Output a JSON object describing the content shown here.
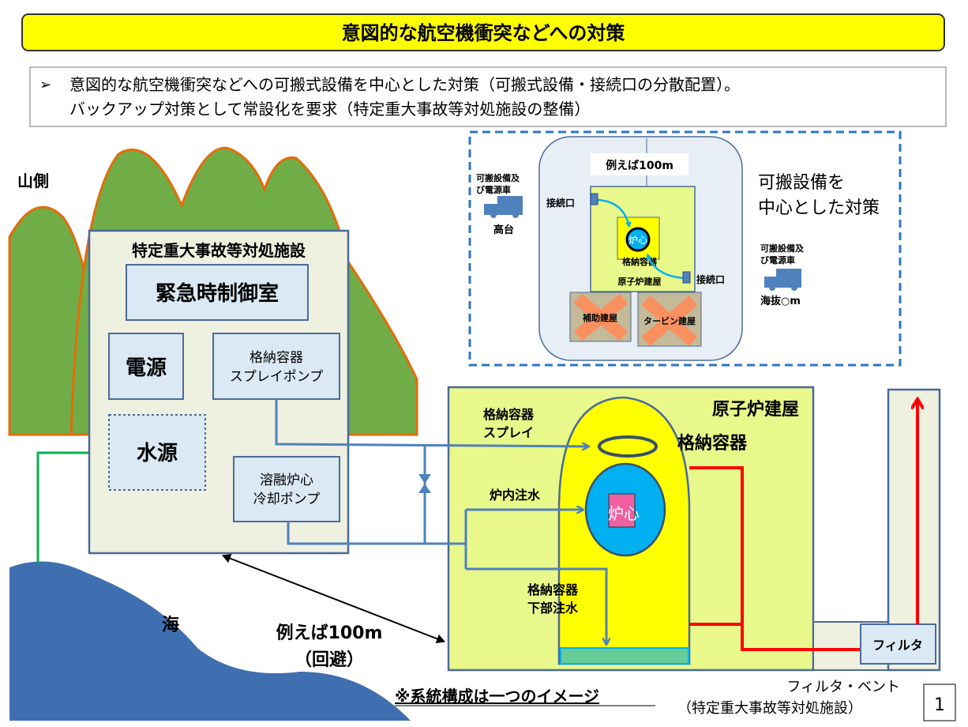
{
  "title": "意図的な航空機衝突などへの対策",
  "bullets": [
    "意図的な航空機衝突などへの可搬式設備を中心とした対策（可搬式設備・接続口の分散配置）。",
    "バックアップ対策として常設化を要求（特定重大事故等対処施設の整備）"
  ],
  "bullet_marker": "➢",
  "mountain_label": "山側",
  "sea_label": "海",
  "facility": {
    "title": "特定重大事故等対処施設",
    "control_room": "緊急時制御室",
    "power": "電源",
    "spray_pump": [
      "格納容器",
      "スプレイポンプ"
    ],
    "water_source": "水源",
    "cooling_pump": [
      "溶融炉心",
      "冷却ポンプ"
    ]
  },
  "distance": [
    "例えば100m",
    "（回避）"
  ],
  "reactor": {
    "building": "原子炉建屋",
    "containment": "格納容器",
    "spray": [
      "格納容器",
      "スプレイ"
    ],
    "injection": "炉内注水",
    "lower_injection": [
      "格納容器",
      "下部注水"
    ],
    "core": "炉心",
    "filter": "フィルタ"
  },
  "vent_caption": [
    "フィルタ・ベント",
    "（特定重大事故等対処施設）"
  ],
  "note": "※系統構成は一つのイメージ",
  "page_number": "1",
  "inset": {
    "distance": "例えば100m",
    "connector_left": "接続口",
    "connector_right": "接続口",
    "containment": "格納容器",
    "core": "炉心",
    "reactor_building": "原子炉建屋",
    "aux_building": "補助建屋",
    "turbine_building": "タービン建屋",
    "truck_left": [
      "可搬設備及",
      "び電源車"
    ],
    "truck_left_location": "高台",
    "truck_right": [
      "可搬設備及",
      "び電源車"
    ],
    "truck_right_location": "海抜○m",
    "caption": [
      "可搬設備を",
      "中心とした対策"
    ]
  },
  "colors": {
    "title_bg": "#ffff00",
    "mountain": "#70ad47",
    "sea": "#3f6fb0",
    "building": "#e8f88a",
    "containment": "#ffff00",
    "core": "#00b0f0",
    "vent": "#ff0000",
    "pipe": "#4f81bd",
    "green_line": "#00b050"
  }
}
